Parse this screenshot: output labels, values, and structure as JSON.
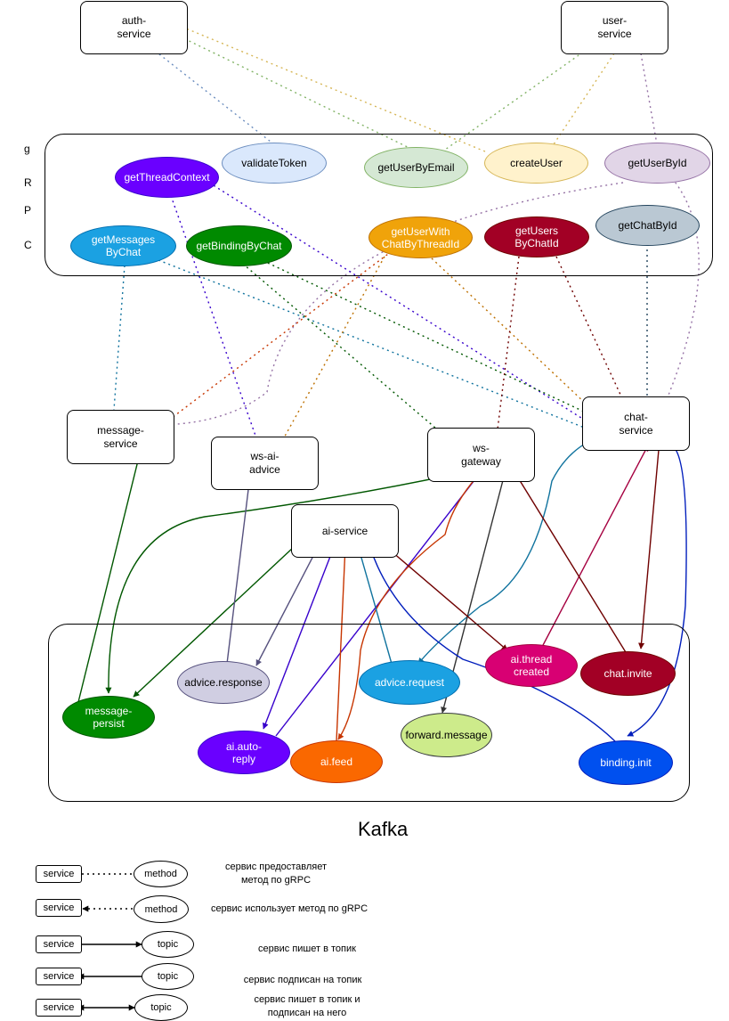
{
  "grpc_side_letters": [
    "g",
    "R",
    "P",
    "C"
  ],
  "services": {
    "auth": "auth-\nservice",
    "user": "user-\nservice",
    "message": "message-\nservice",
    "ws_ai_advice": "ws-ai-\nadvice",
    "ws_gateway": "ws-\ngateway",
    "chat": "chat-\nservice",
    "ai": "ai-service"
  },
  "grpc_methods": {
    "validateToken": "validateToken",
    "getUserByEmail": "getUserByEmail",
    "createUser": "createUser",
    "getUserById": "getUserById",
    "getThreadContext": "getThreadContext",
    "getMessagesByChat": "getMessages\nByChat",
    "getBindingByChat": "getBindingByChat",
    "getUserWithChatByThreadId": "getUserWith\nChatByThreadId",
    "getUsersByChatId": "getUsers\nByChatId",
    "getChatById": "getChatById"
  },
  "topics": {
    "message_persist": "message-\npersist",
    "advice_response": "advice.response",
    "ai_auto_reply": "ai.auto-\nreply",
    "ai_feed": "ai.feed",
    "advice_request": "advice.request",
    "forward_message": "forward.message",
    "ai_thread_created": "ai.thread\ncreated",
    "chat_invite": "chat.invite",
    "binding_init": "binding.init"
  },
  "kafka_label": "Kafka",
  "legend": {
    "service": "service",
    "method": "method",
    "topic": "topic",
    "provides_grpc": "сервис предоставляет\nметод по gRPC",
    "uses_grpc": "сервис использует метод по gRPC",
    "writes_topic": "сервис пишет в топик",
    "subscribed_topic": "сервис подписан на топик",
    "writes_and_subscribed": "сервис пишет в топик и\nподписан на него"
  },
  "colors": {
    "validateToken": "#dae8fc",
    "getUserByEmail": "#d5e8d4",
    "createUser": "#fff2cc",
    "getUserById": "#e1d5e7",
    "getThreadContext": "#6a00ff",
    "getMessagesByChat": "#1ba1e2",
    "getBindingByChat": "#008a00",
    "getUserWithChatByThreadId": "#f0a30a",
    "getUsersByChatId": "#a20025",
    "getChatById": "#bac8d3",
    "message_persist": "#008a00",
    "advice_response": "#d0cee2",
    "ai_auto_reply": "#6a00ff",
    "ai_feed": "#fa6800",
    "advice_request": "#1ba1e2",
    "forward_message": "#cdeb8b",
    "ai_thread_created": "#d80073",
    "chat_invite": "#a20025",
    "binding_init": "#0050ef"
  }
}
